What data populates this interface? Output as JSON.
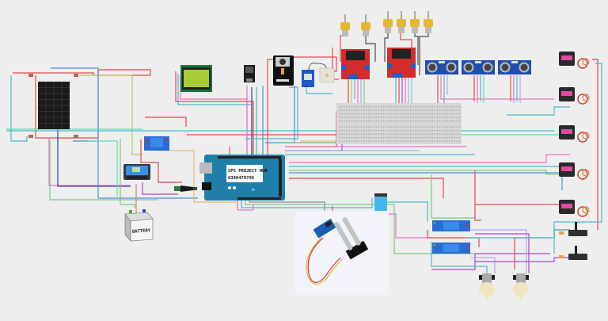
{
  "diagram": {
    "title": "Solar powered smart agriculture circuit",
    "arduino": {
      "board": "Arduino Mega 2560",
      "label_line1": "SPS PROJECT HUB",
      "label_line2": "6380479706"
    },
    "battery": {
      "label": "BATTERY"
    },
    "components": [
      {
        "id": "solar-panel",
        "name": "Solar panel"
      },
      {
        "id": "charge-controller",
        "name": "Solar charge controller"
      },
      {
        "id": "battery",
        "name": "Battery"
      },
      {
        "id": "relay-main",
        "name": "Relay module"
      },
      {
        "id": "lcd",
        "name": "LCD 20x4 display"
      },
      {
        "id": "esp01",
        "name": "ESP-01 WiFi module"
      },
      {
        "id": "esp32cam",
        "name": "ESP32-CAM"
      },
      {
        "id": "gps",
        "name": "GPS module with antenna"
      },
      {
        "id": "motor-driver-1",
        "name": "L298N motor driver"
      },
      {
        "id": "motor-driver-2",
        "name": "L298N motor driver"
      },
      {
        "id": "dc-motors",
        "name": "Geared DC motors",
        "count": 6
      },
      {
        "id": "ultrasonic",
        "name": "HC-SR04 ultrasonic sensor",
        "count": 3
      },
      {
        "id": "breadboard",
        "name": "Breadboard"
      },
      {
        "id": "servos",
        "name": "SG90 servo motors",
        "count": 5
      },
      {
        "id": "servo-large",
        "name": "Servo motors",
        "count": 2
      },
      {
        "id": "dht",
        "name": "DHT11 sensor"
      },
      {
        "id": "soil-sensor",
        "name": "Soil moisture sensor"
      },
      {
        "id": "pump-relays",
        "name": "Relay modules",
        "count": 2
      },
      {
        "id": "pumps",
        "name": "Water pumps",
        "count": 2
      },
      {
        "id": "dc-jack",
        "name": "DC barrel jack"
      }
    ],
    "wire_colors": {
      "red": "#e8474b",
      "cyan": "#4bb7c9",
      "blue": "#4a90d9",
      "green": "#7ec87e",
      "mint": "#5fdcb8",
      "pink": "#e873c8",
      "purple": "#a24ad6",
      "orange": "#f0b56c",
      "olive": "#b7c95a",
      "lavender": "#b3a6f0",
      "navy": "#3b3f9e",
      "gray": "#8a8a8a"
    }
  }
}
